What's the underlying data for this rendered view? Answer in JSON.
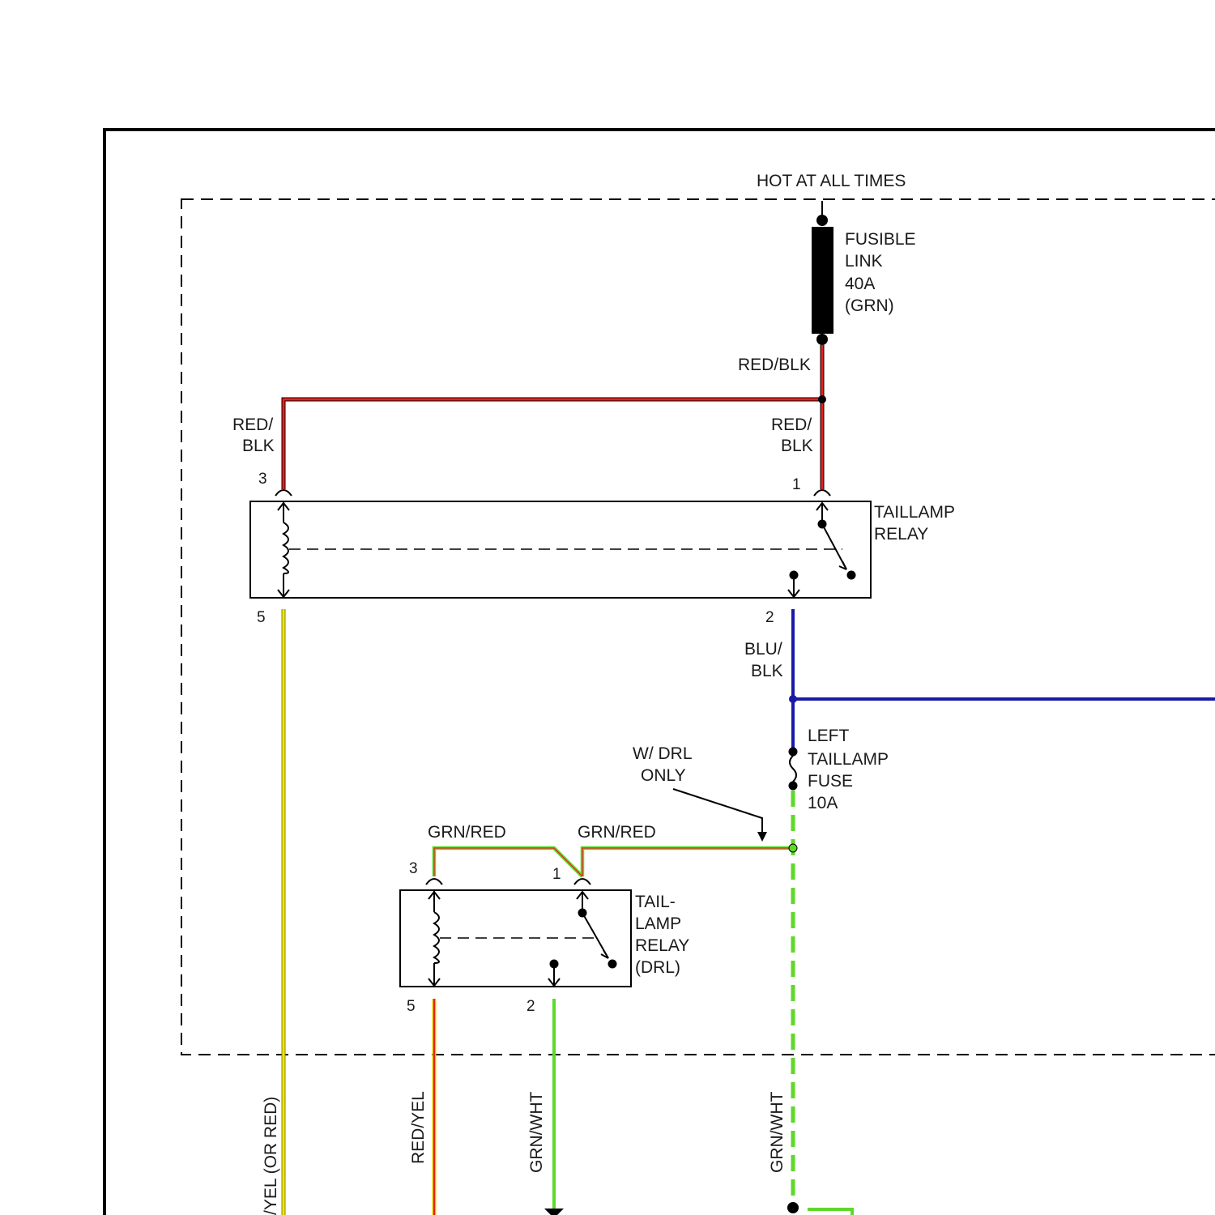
{
  "labels": {
    "hot_at_all_times": "HOT AT ALL TIMES",
    "fusible_link": [
      "FUSIBLE",
      "LINK",
      "40A",
      "(GRN)"
    ],
    "wire_red_blk": "RED/BLK",
    "wire_red_blk_split_left": [
      "RED/",
      "BLK"
    ],
    "wire_red_blk_split_right": [
      "RED/",
      "BLK"
    ],
    "taillamp_relay": [
      "TAILLAMP",
      "RELAY"
    ],
    "wire_blu_blk": [
      "BLU/",
      "BLK"
    ],
    "left_taillamp_fuse": [
      "LEFT",
      "TAILLAMP",
      "FUSE",
      "10A"
    ],
    "drl_note": [
      "W/ DRL",
      "ONLY"
    ],
    "wire_grn_red_left": "GRN/RED",
    "wire_grn_red_right": "GRN/RED",
    "taillamp_relay_drl": [
      "TAIL-",
      "LAMP",
      "RELAY",
      "(DRL)"
    ],
    "wire_yel_or_red": "/YEL (OR RED)",
    "wire_red_yel": "RED/YEL",
    "wire_grn_wht_left": "GRN/WHT",
    "wire_grn_wht_right": "GRN/WHT"
  },
  "pins": {
    "relay1_pin3": "3",
    "relay1_pin1": "1",
    "relay1_pin5": "5",
    "relay1_pin2": "2",
    "relay2_pin3": "3",
    "relay2_pin1": "1",
    "relay2_pin5": "5",
    "relay2_pin2": "2"
  },
  "colors": {
    "red": "#e8201f",
    "black": "#000000",
    "blue": "#1a1aa8",
    "yellow": "#e8e600",
    "green": "#5ed82a",
    "frame": "#000000"
  }
}
